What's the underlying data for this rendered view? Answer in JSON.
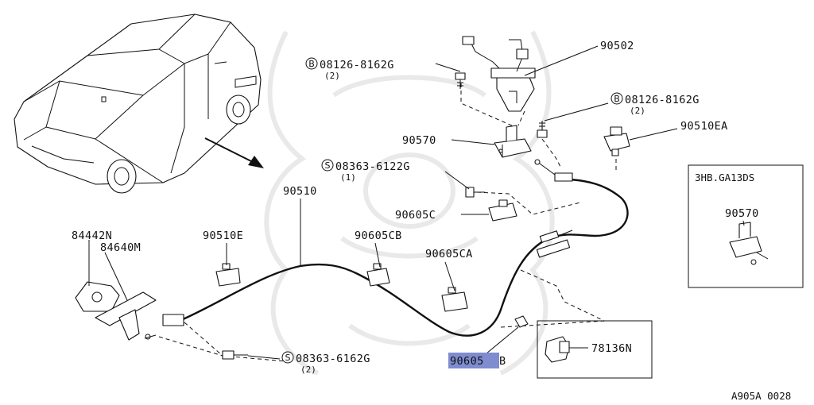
{
  "diagram_code": "A905A 0028",
  "highlight_color": "#7f8ccf",
  "inset": {
    "title": "3HB.GA13DS",
    "part": "90570"
  },
  "callouts": {
    "p90502": "90502",
    "p90570": "90570",
    "p90510ea": "90510EA",
    "p90510": "90510",
    "p90605c": "90605C",
    "p90605cb": "90605CB",
    "p90605ca": "90605CA",
    "p90510e": "90510E",
    "p84442n": "84442N",
    "p84640m": "84640M",
    "p78136n": "78136N",
    "p90605b_main": "90605",
    "p90605b_suffix": "B"
  },
  "fasteners": {
    "bolt_top_left": {
      "marker": "B",
      "code": "08126-8162G",
      "qty": "(2)"
    },
    "bolt_top_right": {
      "marker": "B",
      "code": "08126-8162G",
      "qty": "(2)"
    },
    "screw_mid": {
      "marker": "S",
      "code": "08363-6122G",
      "qty": "(1)"
    },
    "screw_bottom": {
      "marker": "S",
      "code": "08363-6162G",
      "qty": "(2)"
    }
  },
  "icons": {
    "car": "car-perspective-icon",
    "arrow": "direction-arrow-icon"
  }
}
